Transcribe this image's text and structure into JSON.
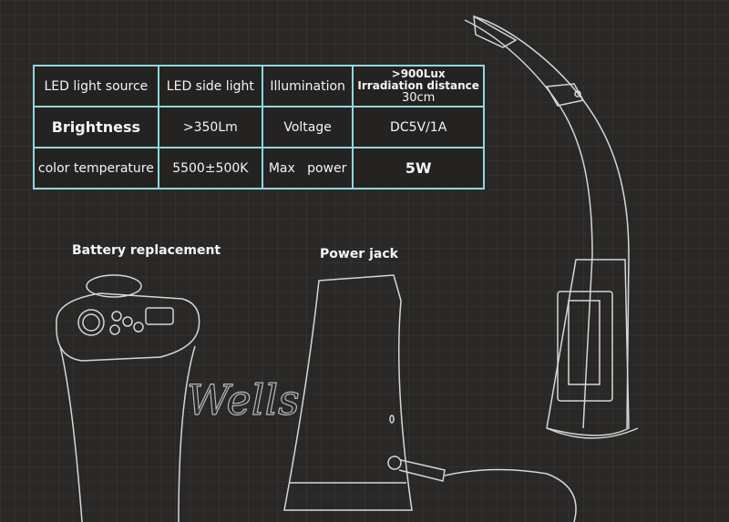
{
  "spec_rows": [
    [
      "LED light source",
      "LED side light",
      "Illumination",
      ""
    ],
    [
      "Brightness",
      ">350Lm",
      "Voltage",
      "DC5V/1A"
    ],
    [
      "color temperature",
      "5500±500K",
      "Max   power",
      "5W"
    ]
  ],
  "illumination_value": {
    "line1": ">900Lux",
    "line2": "Irradiation distance",
    "line3": "30cm"
  },
  "captions": {
    "battery": "Battery replacement",
    "power": "Power jack"
  },
  "watermark": "Wells",
  "colors": {
    "background": "#2a2826",
    "table_border": "#8fd8e0",
    "line_art": "#d8d8d8"
  }
}
